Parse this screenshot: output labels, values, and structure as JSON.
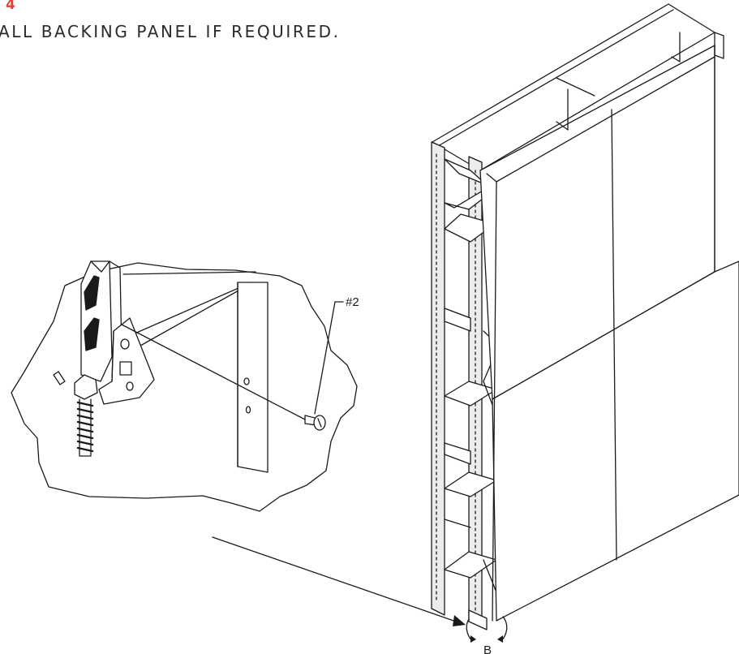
{
  "header": {
    "step_number": "4",
    "instruction": "ALL BACKING PANEL IF REQUIRED."
  },
  "callouts": {
    "part_label": "#2",
    "detail_label": "B"
  },
  "colors": {
    "step_accent": "#e8433a",
    "line": "#1a1a1a",
    "background": "#ffffff"
  }
}
